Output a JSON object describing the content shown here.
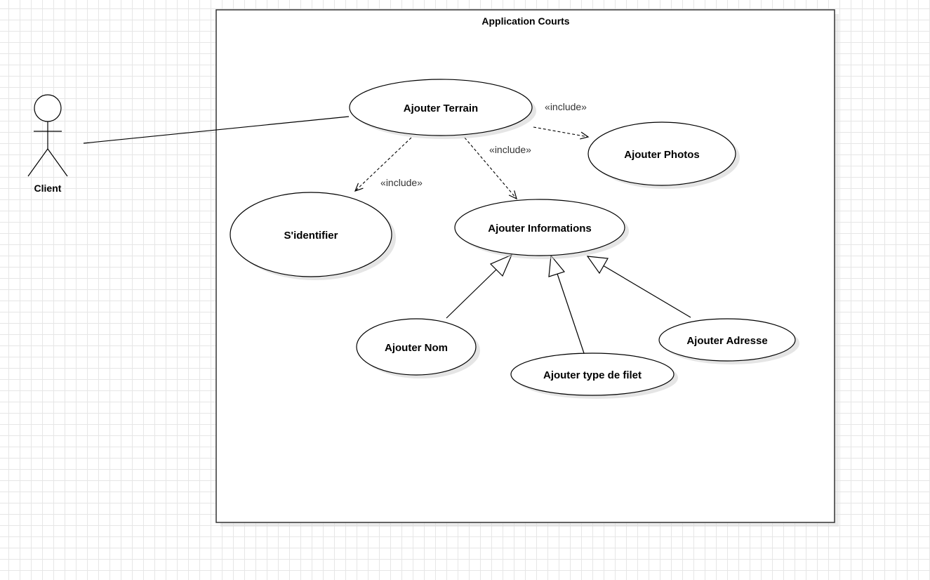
{
  "system": {
    "title": "Application Courts"
  },
  "actor": {
    "name": "Client"
  },
  "use_cases": {
    "ajouter_terrain": "Ajouter Terrain",
    "ajouter_photos": "Ajouter Photos",
    "sidentifier": "S'identifier",
    "ajouter_informations": "Ajouter Informations",
    "ajouter_nom": "Ajouter Nom",
    "ajouter_type_filet": "Ajouter type de filet",
    "ajouter_adresse": "Ajouter Adresse"
  },
  "relations": {
    "include_photos": "«include»",
    "include_informations": "«include»",
    "include_identifier": "«include»"
  }
}
